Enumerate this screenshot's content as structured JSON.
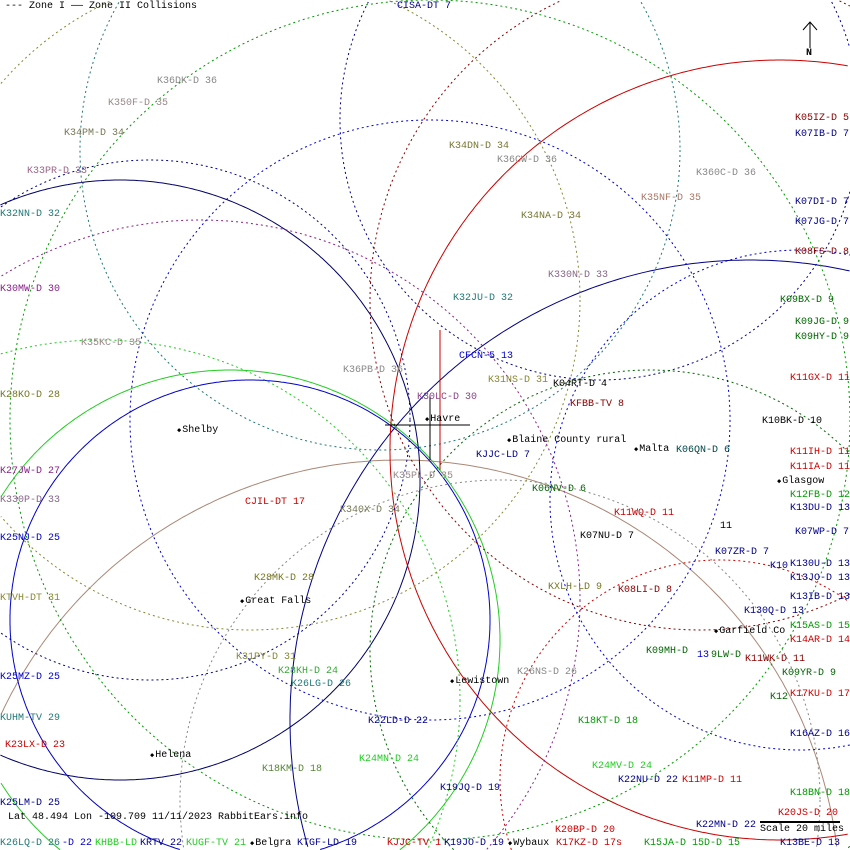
{
  "legend": "--- Zone I  —— Zone II Collisions",
  "north_label": "N",
  "footer": {
    "coords": "Lat 48.494 Lon -109.709 11/11/2023 RabbitEars.info",
    "scale": "Scale 20 miles"
  },
  "stations": [
    {
      "text": "CISA-DT 7",
      "color": "#000088"
    },
    {
      "text": "K36DK-D 36",
      "color": "#888888"
    },
    {
      "text": "K350F-D 35",
      "color": "#998888"
    },
    {
      "text": "K34PM-D 34",
      "color": "#777755"
    },
    {
      "text": "K33PR-D 33",
      "color": "#996688"
    },
    {
      "text": "K32NN-D 32",
      "color": "#227777"
    },
    {
      "text": "K34DN-D 34",
      "color": "#777733"
    },
    {
      "text": "K36CW-D 36",
      "color": "#888888"
    },
    {
      "text": "K34NA-D 34",
      "color": "#777733"
    },
    {
      "text": "K35NF-D 35",
      "color": "#aa7766"
    },
    {
      "text": "K360C-D 36",
      "color": "#888888"
    },
    {
      "text": "K05IZ-D 5",
      "color": "#880000"
    },
    {
      "text": "K07IB-D 7",
      "color": "#000088"
    },
    {
      "text": "K07DI-D 7",
      "color": "#000088"
    },
    {
      "text": "K07JG-D 7",
      "color": "#000088"
    },
    {
      "text": "K08FS-D 8",
      "color": "#880000"
    },
    {
      "text": "K30MW-D 30",
      "color": "#882288"
    },
    {
      "text": "K330N-D 33",
      "color": "#886688"
    },
    {
      "text": "K32JU-D 32",
      "color": "#227777"
    },
    {
      "text": "K09BX-D 9",
      "color": "#006600"
    },
    {
      "text": "K09JG-D 9",
      "color": "#006600"
    },
    {
      "text": "K09HY-D 9",
      "color": "#006600"
    },
    {
      "text": "K35KC-D 35",
      "color": "#998888"
    },
    {
      "text": "CFCN-5 13",
      "color": "#0000cc"
    },
    {
      "text": "K36PB-D 36",
      "color": "#888888"
    },
    {
      "text": "K31NS-D 31",
      "color": "#888833"
    },
    {
      "text": "K04RT-D 4",
      "color": "#000000"
    },
    {
      "text": "K11GX-D 11",
      "color": "#cc0000"
    },
    {
      "text": "K28KO-D 28",
      "color": "#777722"
    },
    {
      "text": "K30LC-D 30",
      "color": "#884488"
    },
    {
      "text": "KFBB-TV 8",
      "color": "#880000"
    },
    {
      "text": "KJJC-LD 7",
      "color": "#000088"
    },
    {
      "text": "K06QN-D 6",
      "color": "#004444"
    },
    {
      "text": "K10BK-D 10",
      "color": "#000000"
    },
    {
      "text": "K11IH-D 11",
      "color": "#cc0000"
    },
    {
      "text": "K11IA-D 11",
      "color": "#cc0000"
    },
    {
      "text": "K27JW-D 27",
      "color": "#882288"
    },
    {
      "text": "K35PL-D 35",
      "color": "#998888"
    },
    {
      "text": "K06NV-D 6",
      "color": "#006600"
    },
    {
      "text": "K12FB-D 12",
      "color": "#009900"
    },
    {
      "text": "K13DU-D 13",
      "color": "#000088"
    },
    {
      "text": "K330P-D 33",
      "color": "#886688"
    },
    {
      "text": "CJIL-DT 17",
      "color": "#cc0000"
    },
    {
      "text": "K340X-D 34",
      "color": "#777755"
    },
    {
      "text": "K11WQ-D 11",
      "color": "#cc0000"
    },
    {
      "text": "K07WP-D 7",
      "color": "#000088"
    },
    {
      "text": "K25NJ-D 25",
      "color": "#0000cc"
    },
    {
      "text": "11",
      "color": "#000000"
    },
    {
      "text": "K07NU-D 7",
      "color": "#000000"
    },
    {
      "text": "K07ZR-D 7",
      "color": "#000088"
    },
    {
      "text": "K10",
      "color": "#000088"
    },
    {
      "text": "K130U-D 13",
      "color": "#000088"
    },
    {
      "text": "K13JO-D 13",
      "color": "#000088"
    },
    {
      "text": "K13IB-D 13",
      "color": "#000088"
    },
    {
      "text": "K28MK-D 28",
      "color": "#777722"
    },
    {
      "text": "KXLH-LD 9",
      "color": "#777722"
    },
    {
      "text": "K08LI-D 8",
      "color": "#880000"
    },
    {
      "text": "KTVH-DT 31",
      "color": "#888833"
    },
    {
      "text": "K130Q-D 13",
      "color": "#000088"
    },
    {
      "text": "K15AS-D 15",
      "color": "#009900"
    },
    {
      "text": "K14AR-D 14",
      "color": "#cc0000"
    },
    {
      "text": "K09MH-D",
      "color": "#006600"
    },
    {
      "text": "13",
      "color": "#0000cc"
    },
    {
      "text": "9LW-D",
      "color": "#006600"
    },
    {
      "text": "K11WK-D 11",
      "color": "#880000"
    },
    {
      "text": "K31PY-D 31",
      "color": "#888833"
    },
    {
      "text": "K28KH-D 24",
      "color": "#33aa33"
    },
    {
      "text": "K26LG-D 26",
      "color": "#227777"
    },
    {
      "text": "K26NS-D 26",
      "color": "#888888"
    },
    {
      "text": "K09YR-D 9",
      "color": "#006600"
    },
    {
      "text": "K25MZ-D 25",
      "color": "#0000cc"
    },
    {
      "text": "K17KU-D 17",
      "color": "#cc0000"
    },
    {
      "text": "K12",
      "color": "#006600"
    },
    {
      "text": "KUHM-TV 29",
      "color": "#227777"
    },
    {
      "text": "K22LD-D 22",
      "color": "#000088"
    },
    {
      "text": "K18KT-D 18",
      "color": "#009900"
    },
    {
      "text": "K16AZ-D 16",
      "color": "#000088"
    },
    {
      "text": "K23LX-D 23",
      "color": "#cc0000"
    },
    {
      "text": "K24MN-D 24",
      "color": "#22cc22"
    },
    {
      "text": "K24MV-D 24",
      "color": "#22cc22"
    },
    {
      "text": "K22NU-D 22",
      "color": "#000088"
    },
    {
      "text": "K18KM-D 18",
      "color": "#558833"
    },
    {
      "text": "K11MP-D 11",
      "color": "#cc0000"
    },
    {
      "text": "K19JQ-D 19",
      "color": "#000088"
    },
    {
      "text": "K18BN-D 18",
      "color": "#009900"
    },
    {
      "text": "K25LM-D 25",
      "color": "#000088"
    },
    {
      "text": "K20JS-D 20",
      "color": "#cc0000"
    },
    {
      "text": "K22MN-D 22",
      "color": "#000088"
    },
    {
      "text": "K20BP-D 20",
      "color": "#cc0000"
    },
    {
      "text": "K26LQ-D 26",
      "color": "#227777"
    },
    {
      "text": "-D 22",
      "color": "#0000cc"
    },
    {
      "text": "KHBB-LD",
      "color": "#22cc22"
    },
    {
      "text": "KRTV 22",
      "color": "#000088"
    },
    {
      "text": "KUGF-TV 21",
      "color": "#22cc22"
    },
    {
      "text": "KTGF-LD 19",
      "color": "#000088"
    },
    {
      "text": "KJJC-TV 1",
      "color": "#cc0000"
    },
    {
      "text": "K19JO-D 19",
      "color": "#000088"
    },
    {
      "text": "K17KZ-D 17s",
      "color": "#cc0000"
    },
    {
      "text": "K15JA-D 15D-D 15",
      "color": "#009900"
    },
    {
      "text": "K13BE-D 13",
      "color": "#000088"
    }
  ],
  "cities": [
    "Shelby",
    "Havre",
    "Blaine County rural",
    "Malta",
    "Glasgow",
    "Great Falls",
    "Garfield Co",
    "Lewistown",
    "Helena",
    "Belgra",
    "Wybaux"
  ],
  "colors": {
    "navy": "#000088",
    "red": "#cc0000",
    "green": "#009900",
    "olive": "#777722",
    "gray": "#888888"
  }
}
